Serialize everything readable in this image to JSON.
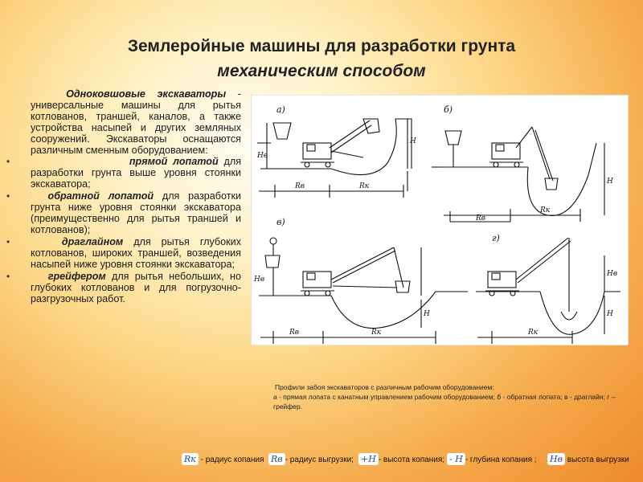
{
  "title": {
    "line1": "Землеройные машины для разработки грунта",
    "line2": "механическим способом"
  },
  "intro": {
    "lead": "Одноковшовые экскаваторы",
    "body": " - универсальные машины для рытья котлованов, траншей, каналов, а также устройства насыпей и других земляных сооружений. Экскаваторы оснащаются различным сменным оборудованием:"
  },
  "bullets": [
    {
      "term": "прямой лопатой",
      "text": " для разработки грунта выше уровня стоянки экскаватора;"
    },
    {
      "term": "обратной лопатой",
      "text": " для разработки грунта ниже уровня стоянки экскаватора (преимущественно для рытья траншей и котлованов);"
    },
    {
      "term": "драглайном",
      "text": " для рытья глубоких котлованов, широких траншей, возведения насыпей ниже уровня стоянки экскаватора;"
    },
    {
      "term": "грейфером",
      "text": " для рытья небольших, но глубоких котлованов и для погрузочно-разгрузочных работ."
    }
  ],
  "figure": {
    "labels": {
      "a": "а)",
      "b": "б)",
      "v": "в)",
      "g": "г)",
      "Rk": "Rк",
      "Rv": "Rв",
      "H": "H",
      "Hv": "Hв"
    }
  },
  "caption": {
    "line1": "Профили забоя экскаваторов с различным рабочим оборудованием:",
    "line2": "а - прямая лопата с канатным управлением рабочим оборудованием; б - обратная лопата; в - драглайн; г – грейфер."
  },
  "legend": {
    "rk_symbol": "Rк",
    "rk_text": " - радиус копания",
    "rv_symbol": "Rв",
    "rv_text": "- радиус выгрузки;",
    "h_plus_symbol": "+H",
    "h_plus_text": "- высота копания;",
    "h_minus_symbol": "- H",
    "h_minus_text": "- глубина копания ;",
    "hv_symbol": "Hв",
    "hv_text": " высота выгрузки"
  }
}
